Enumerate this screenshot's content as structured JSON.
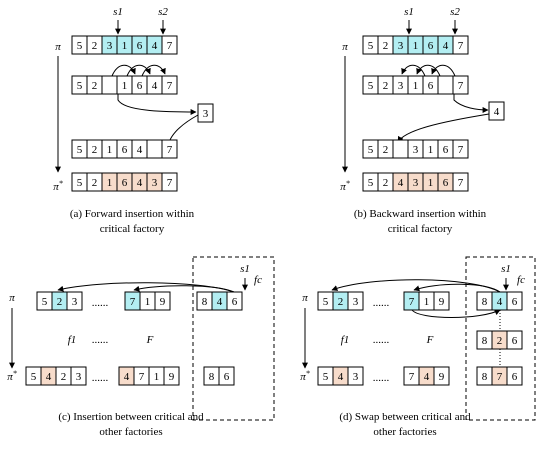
{
  "colors": {
    "critical": "#b3eef2",
    "moved": "#f7dccb",
    "stroke": "#000000"
  },
  "panel_a": {
    "s1": "s1",
    "s2": "s2",
    "pi": "π",
    "pi_star": "π*",
    "row1": [
      "5",
      "2",
      "3",
      "1",
      "6",
      "4",
      "7"
    ],
    "row2": [
      "5",
      "2",
      "",
      "1",
      "6",
      "4",
      "7"
    ],
    "removed": "3",
    "row3": [
      "5",
      "2",
      "1",
      "6",
      "4",
      "",
      "7"
    ],
    "row4": [
      "5",
      "2",
      "1",
      "6",
      "4",
      "3",
      "7"
    ],
    "caption_l1": "(a) Forward insertion within",
    "caption_l2": "critical factory"
  },
  "panel_b": {
    "s1": "s1",
    "s2": "s2",
    "pi": "π",
    "pi_star": "π*",
    "row1": [
      "5",
      "2",
      "3",
      "1",
      "6",
      "4",
      "7"
    ],
    "row2": [
      "5",
      "2",
      "3",
      "1",
      "6",
      "",
      "7"
    ],
    "removed": "4",
    "row3": [
      "5",
      "2",
      "",
      "3",
      "1",
      "6",
      "7"
    ],
    "row4": [
      "5",
      "2",
      "4",
      "3",
      "1",
      "6",
      "7"
    ],
    "caption_l1": "(b) Backward insertion within",
    "caption_l2": "critical factory"
  },
  "panel_c": {
    "s1": "s1",
    "fc": "fc",
    "f1": "f1",
    "F": "F",
    "pi": "π",
    "pi_star": "π*",
    "dots": "......",
    "top_g1": [
      "5",
      "2",
      "3"
    ],
    "top_g2": [
      "7",
      "1",
      "9"
    ],
    "top_g3": [
      "8",
      "4",
      "6"
    ],
    "bot_g1": [
      "5",
      "4",
      "2",
      "3"
    ],
    "bot_g2": [
      "4",
      "7",
      "1",
      "9"
    ],
    "bot_g3": [
      "8",
      "6"
    ],
    "caption_l1": "(c) Insertion between critical and",
    "caption_l2": "other factories"
  },
  "panel_d": {
    "s1": "s1",
    "fc": "fc",
    "f1": "f1",
    "F": "F",
    "pi": "π",
    "pi_star": "π*",
    "dots": "......",
    "top_g1": [
      "5",
      "2",
      "3"
    ],
    "top_g2": [
      "7",
      "1",
      "9"
    ],
    "top_g3": [
      "8",
      "4",
      "6"
    ],
    "mid_g3": [
      "8",
      "2",
      "6"
    ],
    "bot_g1": [
      "5",
      "4",
      "3"
    ],
    "bot_g2": [
      "7",
      "4",
      "9"
    ],
    "bot_g3": [
      "8",
      "7",
      "6"
    ],
    "caption_l1": "(d) Swap between critical and",
    "caption_l2": "other factories"
  }
}
